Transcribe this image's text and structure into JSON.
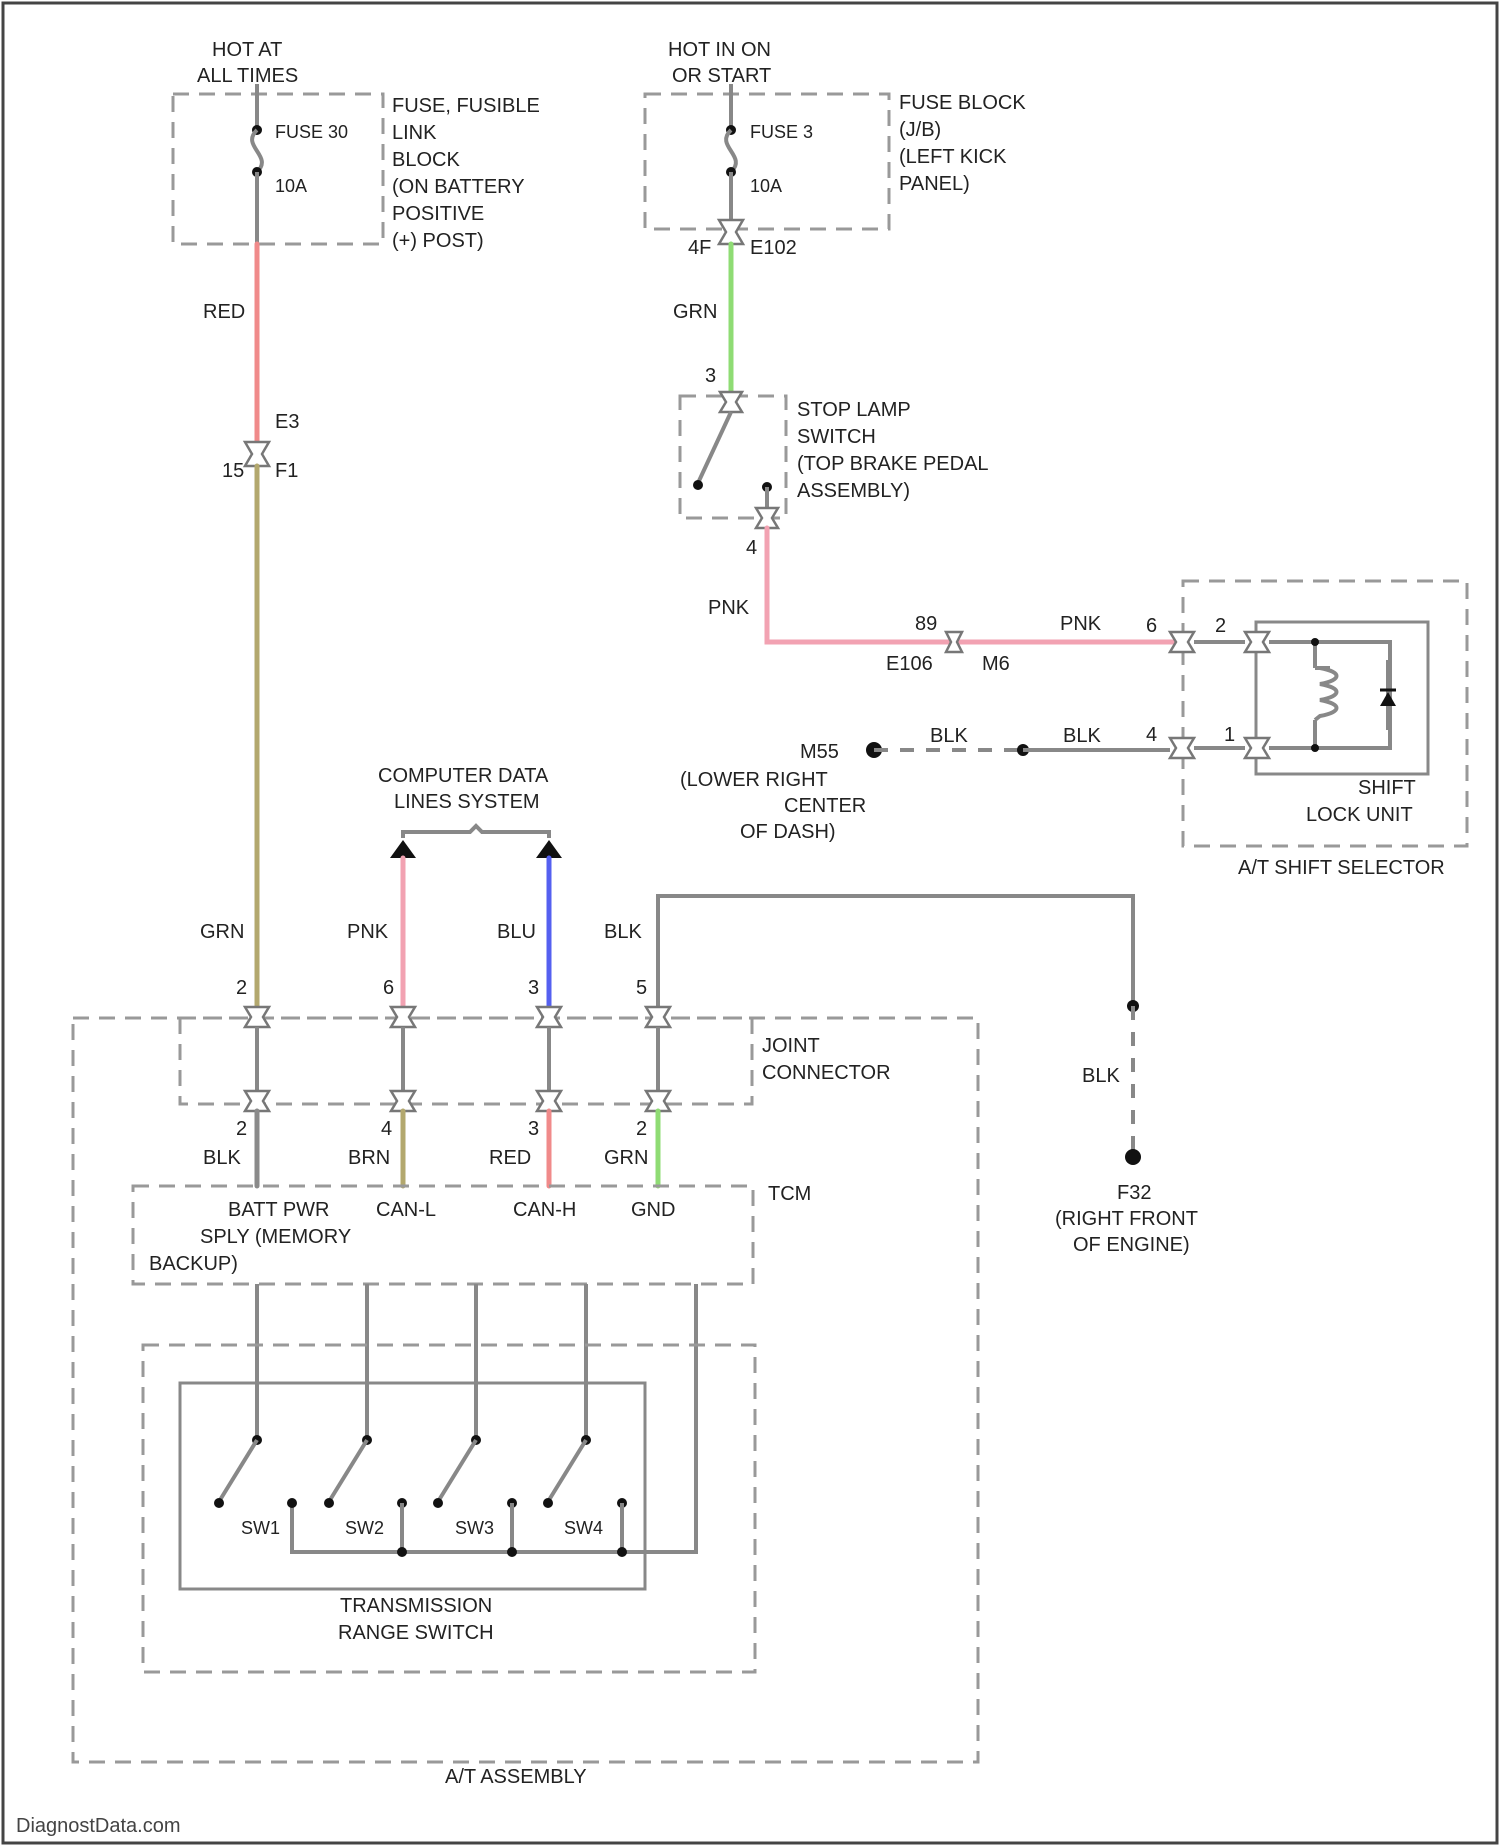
{
  "colors": {
    "red": "#f08a8a",
    "green": "#8fdc74",
    "pink": "#f2a2b2",
    "blue": "#5560f0",
    "brown": "#b3a86e",
    "gray": "#8a8a8a"
  },
  "power": {
    "hot_at_all_times": [
      "HOT AT",
      "ALL TIMES"
    ],
    "fuse30": "FUSE 30",
    "fuse30_amp": "10A",
    "fusible_link_block": [
      "FUSE, FUSIBLE",
      "LINK",
      "BLOCK",
      "(ON BATTERY",
      "POSITIVE",
      "(+) POST)"
    ],
    "hot_in_on": [
      "HOT IN ON",
      "OR START"
    ],
    "fuse3": "FUSE 3",
    "fuse3_amp": "10A",
    "fuse_block": [
      "FUSE BLOCK",
      "(J/B)",
      "(LEFT KICK",
      "PANEL)"
    ]
  },
  "connectors": {
    "fuse_block_pin": "4F",
    "e102": "E102",
    "e3": "E3",
    "f1_pin": "15",
    "f1": "F1",
    "stop_in": "3",
    "stop_out": "4",
    "m6_pin": "89",
    "e106": "E106",
    "m6": "M6",
    "sel_pin_pnk": "6",
    "sel_pin_blk": "4",
    "unit_pin_2": "2",
    "unit_pin_1": "1",
    "jc_top": [
      "2",
      "6",
      "3",
      "5"
    ],
    "jc_bottom": [
      "2",
      "4",
      "3",
      "2"
    ]
  },
  "wires": {
    "red": "RED",
    "grn": "GRN",
    "pnk": "PNK",
    "blk": "BLK",
    "brn": "BRN",
    "blu": "BLU"
  },
  "components": {
    "stop_lamp_switch": [
      "STOP LAMP",
      "SWITCH",
      "(TOP BRAKE PEDAL",
      "ASSEMBLY)"
    ],
    "ground_m55": "M55",
    "ground_m55_loc": [
      "(LOWER RIGHT",
      "CENTER",
      "OF DASH)"
    ],
    "shift_lock_unit": [
      "SHIFT",
      "LOCK UNIT"
    ],
    "shift_selector": "A/T SHIFT SELECTOR",
    "computer_data": [
      "COMPUTER DATA",
      "LINES SYSTEM"
    ],
    "joint_connector": [
      "JOINT",
      "CONNECTOR"
    ],
    "tcm": "TCM",
    "tcm_pins": [
      "BATT PWR",
      "CAN-L",
      "CAN-H",
      "GND"
    ],
    "tcm_batt_sub": [
      "SPLY (MEMORY",
      "BACKUP)"
    ],
    "ground_f32": "F32",
    "ground_f32_loc": [
      "(RIGHT FRONT",
      "OF ENGINE)"
    ],
    "switches": [
      "SW1",
      "SW2",
      "SW3",
      "SW4"
    ],
    "range_switch": [
      "TRANSMISSION",
      "RANGE SWITCH"
    ],
    "at_assembly": "A/T ASSEMBLY"
  },
  "watermark": "DiagnostData.com"
}
